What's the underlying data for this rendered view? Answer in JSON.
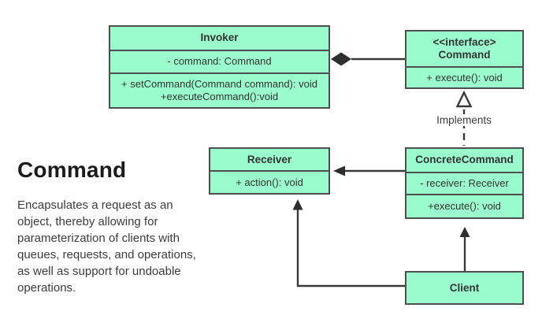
{
  "panel": {
    "title": "Command",
    "description": "Encapsulates a request as an object, thereby allowing for parameterization of clients with queues, requests, and operations, as well as support for undoable operations."
  },
  "classes": {
    "invoker": {
      "title": "Invoker",
      "attribute": "- command: Command",
      "methods": [
        "+ setCommand(Command command): void",
        "+executeCommand():void"
      ]
    },
    "command_interface": {
      "stereotype": "<<interface>",
      "title": "Command",
      "method": "+ execute(): void"
    },
    "receiver": {
      "title": "Receiver",
      "method": "+ action(): void"
    },
    "concrete_command": {
      "title": "ConcreteCommand",
      "attribute": "- receiver: Receiver",
      "method": "+execute(): void"
    },
    "client": {
      "title": "Client"
    }
  },
  "relationships": {
    "implements_label": "Implements",
    "invoker_to_command": "composition (filled diamond at Invoker)",
    "concrete_to_command": "implements (hollow triangle, dashed line)",
    "concrete_to_receiver": "association arrow",
    "client_to_concrete": "association arrow",
    "client_to_receiver": "association arrow (elbow)"
  },
  "colors": {
    "box_fill": "#9afbcc",
    "box_border": "#4f4f4f",
    "arrow": "#3a3a3a",
    "text": "#333333",
    "background": "#ffffff"
  }
}
